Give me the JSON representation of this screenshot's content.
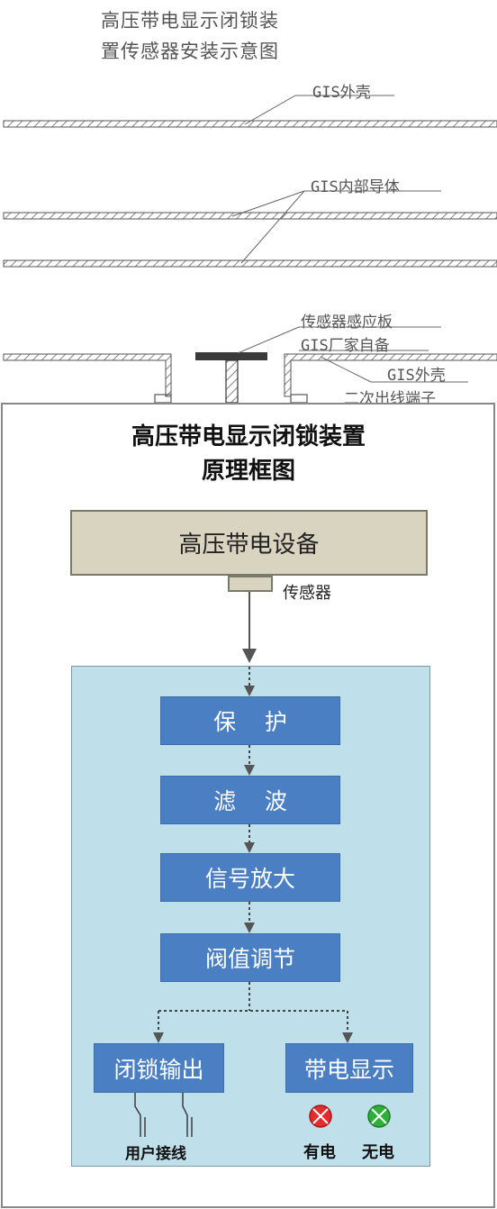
{
  "installation": {
    "title_line1": "高压带电显示闭锁装",
    "title_line2": "置传感器安装示意图",
    "gis_shell_label": "GIS外壳",
    "gis_conductor_label": "GIS内部导体",
    "sensor_plate_label": "传感器感应板",
    "gis_vendor_label": "GIS厂家自备",
    "gis_shell_label_2": "GIS外壳",
    "secondary_terminal_label": "二次出线端子"
  },
  "block_diagram": {
    "title_line1": "高压带电显示闭锁装置",
    "title_line2": "原理框图",
    "equipment_label": "高压带电设备",
    "sensor_label": "传感器",
    "stages": [
      "保    护",
      "滤    波",
      "信号放大",
      "阀值调节"
    ],
    "lock_output_label": "闭锁输出",
    "live_display_label": "带电显示",
    "user_wiring_label": "用户接线",
    "live_lamp_label": "有电",
    "dead_lamp_label": "无电"
  },
  "colors": {
    "equipment_fill": "#d9d4c0",
    "inner_panel_fill": "#bfe0ea",
    "stage_fill": "#4a7fc4",
    "live_lamp": "#e52b2b",
    "dead_lamp": "#2fae3a"
  },
  "icons": {
    "live_lamp": "red-indicator-lamp-icon",
    "dead_lamp": "green-indicator-lamp-icon"
  }
}
